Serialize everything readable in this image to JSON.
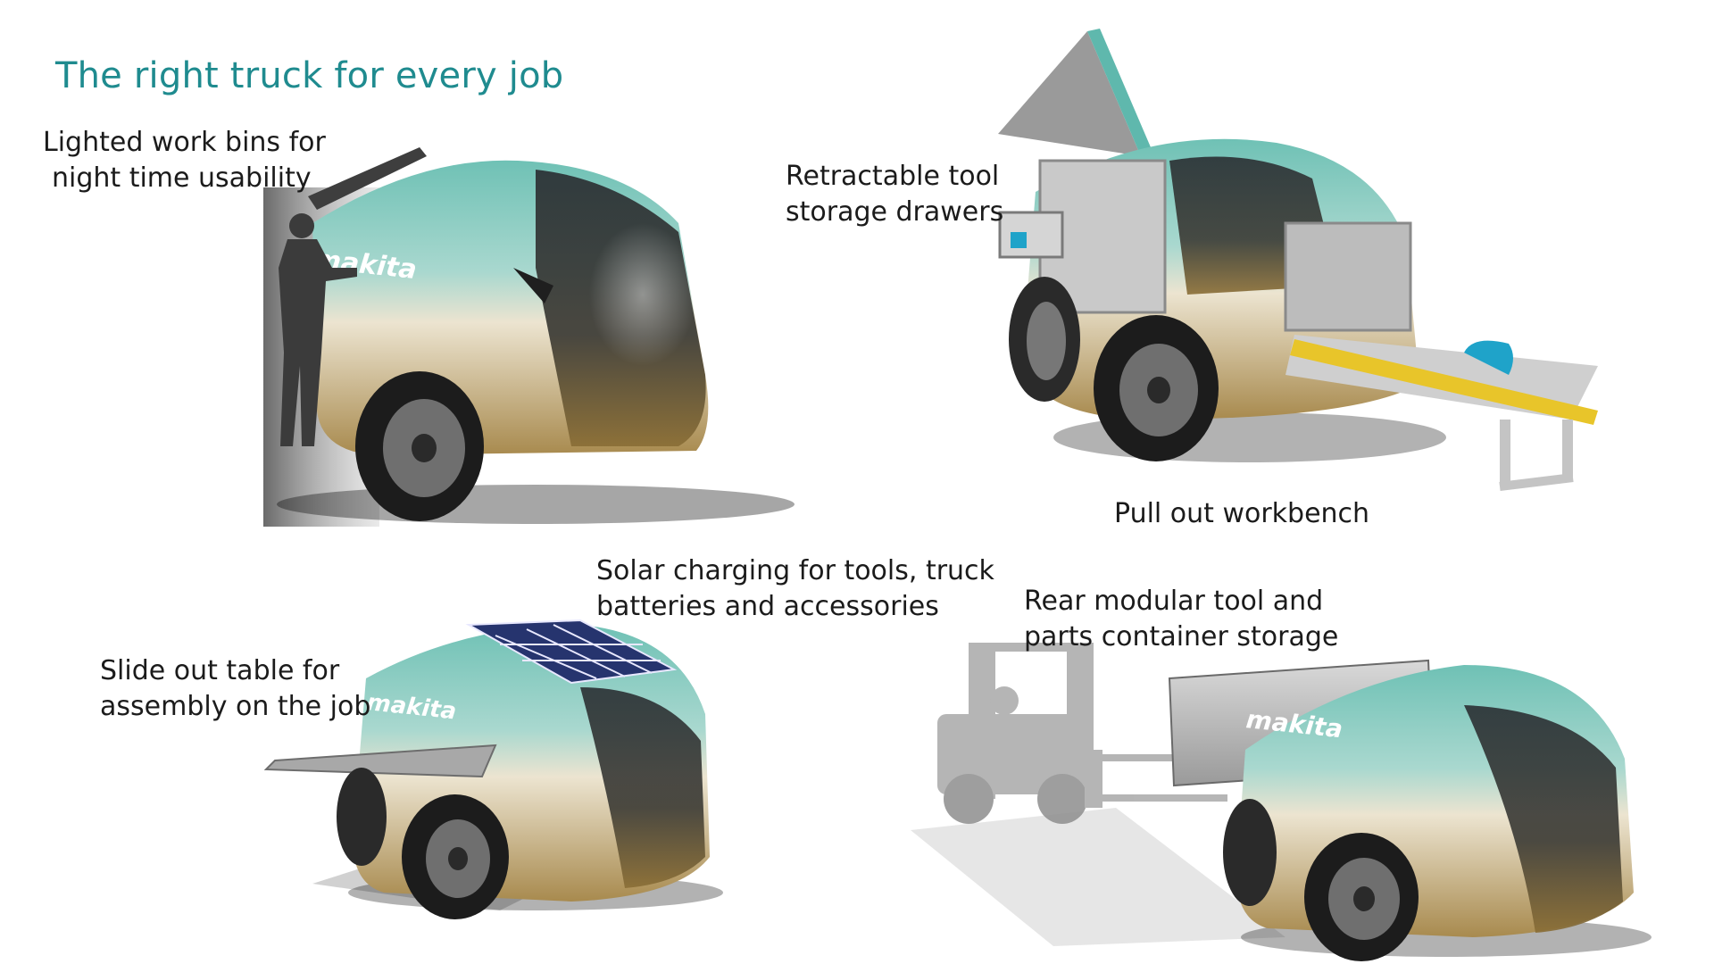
{
  "title": "The right truck for every job",
  "brand": {
    "logo_text": "makita",
    "teal": "#5fb8ad",
    "title_color": "#1f8b8f",
    "workbench_yellow": "#e8c52a",
    "blade_blue": "#1fa3c9"
  },
  "features": {
    "work_bins": {
      "line1": "Lighted work bins for",
      "line2": "night time usability"
    },
    "drawers": {
      "line1": "Retractable tool",
      "line2": "storage drawers"
    },
    "workbench": {
      "line1": "Pull out workbench"
    },
    "solar": {
      "line1": "Solar charging for tools, truck",
      "line2": "batteries and accessories"
    },
    "slide_table": {
      "line1": "Slide out table for",
      "line2": "assembly on the job"
    },
    "rear_storage": {
      "line1": "Rear modular tool and",
      "line2": "parts container storage"
    }
  }
}
